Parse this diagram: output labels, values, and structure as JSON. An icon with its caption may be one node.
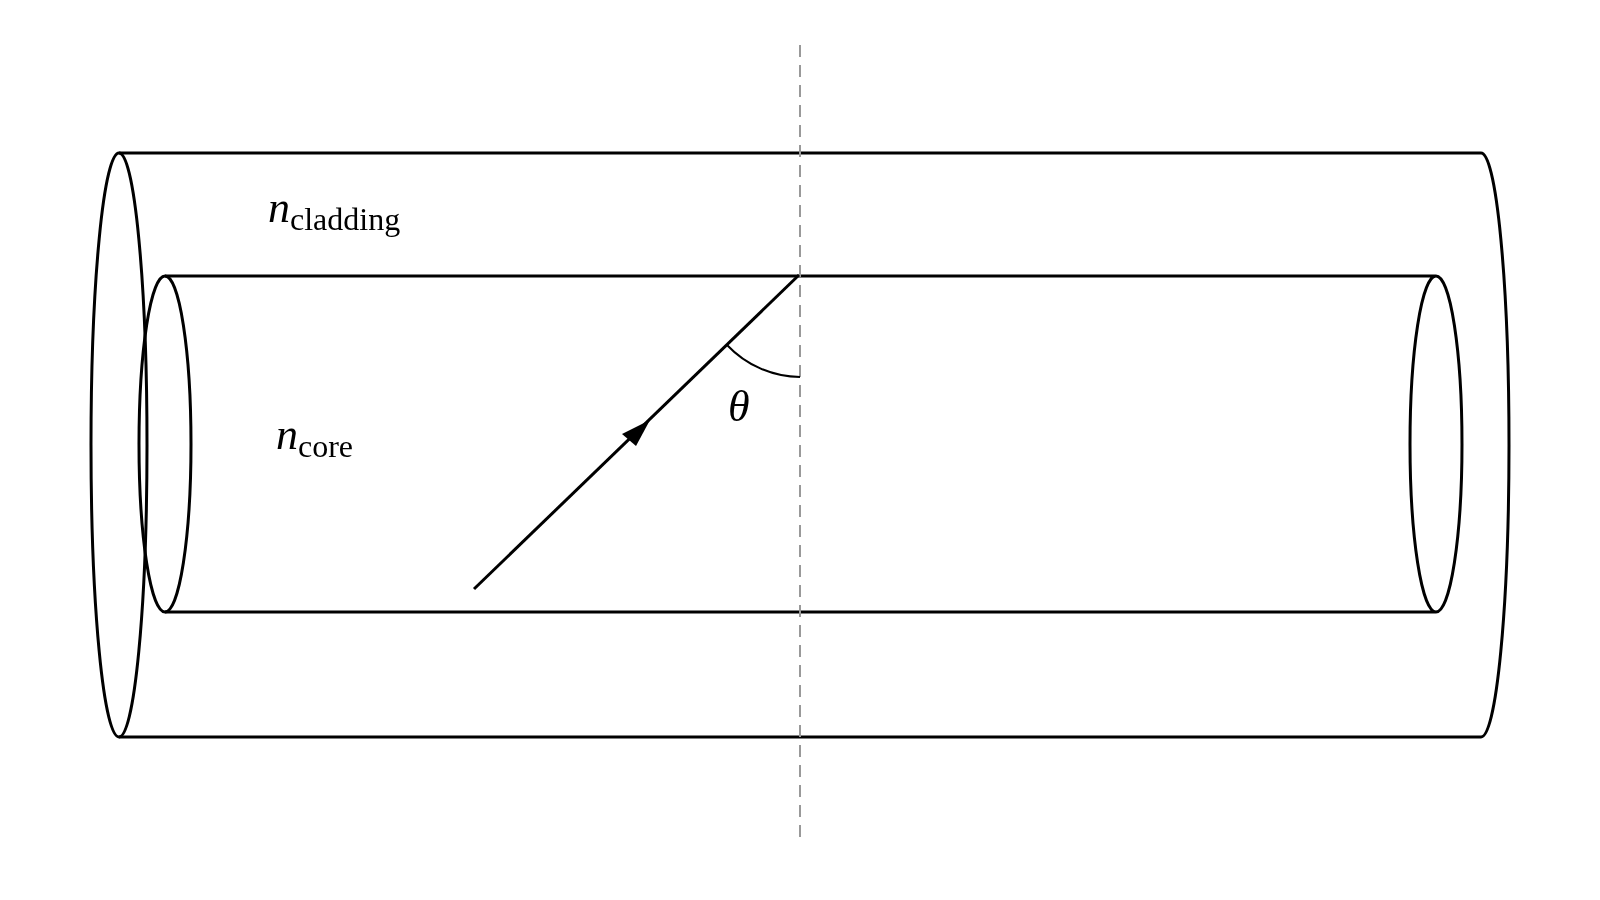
{
  "diagram": {
    "nodes": [
      {
        "text": [
          "*n*$_{cladding}$"
        ]
      },
      {
        "text": [
          "*n*$_{core}$"
        ],
        "in": 0
      }
    ],
    "labels": [
      "*θ*"
    ]
  }
}
